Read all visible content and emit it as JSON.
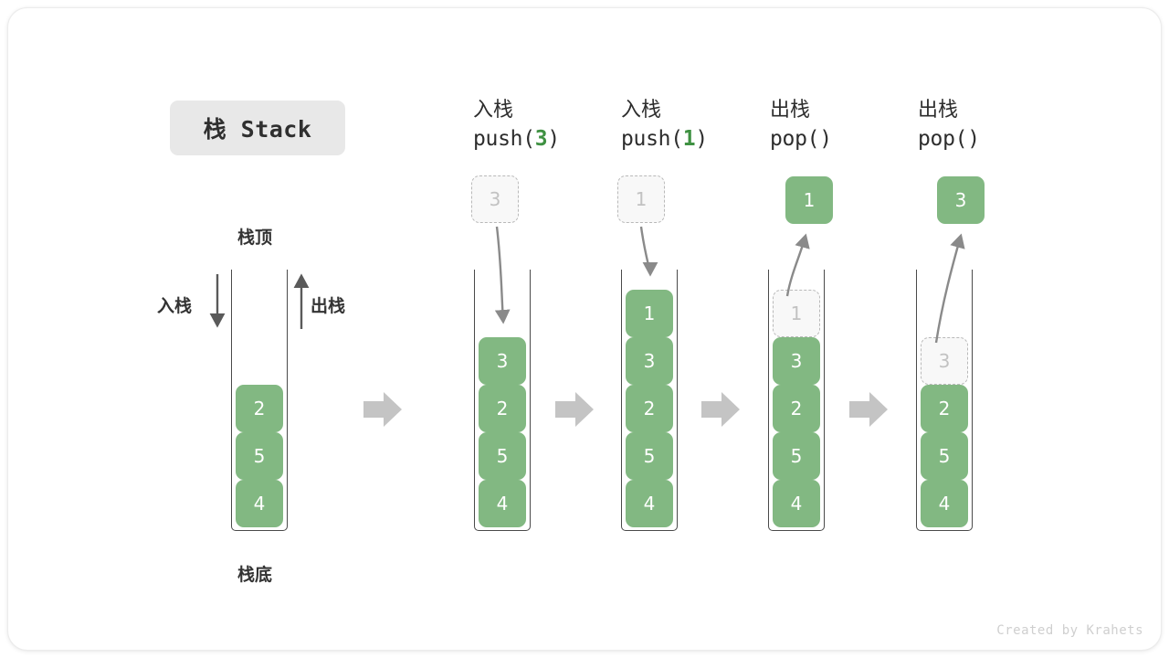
{
  "title": "栈 Stack",
  "labels": {
    "top": "栈顶",
    "bottom": "栈底",
    "push": "入栈",
    "pop": "出栈"
  },
  "initial_stack": {
    "name": "initial-stack",
    "elements": [
      "4",
      "5",
      "2"
    ]
  },
  "steps": [
    {
      "id": "push-3",
      "cn": "入栈",
      "code_prefix": "push(",
      "code_arg": "3",
      "code_suffix": ")",
      "floating": {
        "value": "3",
        "style": "ghost"
      },
      "elements": [
        {
          "value": "4",
          "style": "solid"
        },
        {
          "value": "5",
          "style": "solid"
        },
        {
          "value": "2",
          "style": "solid"
        },
        {
          "value": "3",
          "style": "solid"
        }
      ]
    },
    {
      "id": "push-1",
      "cn": "入栈",
      "code_prefix": "push(",
      "code_arg": "1",
      "code_suffix": ")",
      "floating": {
        "value": "1",
        "style": "ghost"
      },
      "elements": [
        {
          "value": "4",
          "style": "solid"
        },
        {
          "value": "5",
          "style": "solid"
        },
        {
          "value": "2",
          "style": "solid"
        },
        {
          "value": "3",
          "style": "solid"
        },
        {
          "value": "1",
          "style": "solid"
        }
      ]
    },
    {
      "id": "pop-1",
      "cn": "出栈",
      "code_prefix": "pop(",
      "code_arg": "",
      "code_suffix": ")",
      "floating": {
        "value": "1",
        "style": "solid"
      },
      "elements": [
        {
          "value": "4",
          "style": "solid"
        },
        {
          "value": "5",
          "style": "solid"
        },
        {
          "value": "2",
          "style": "solid"
        },
        {
          "value": "3",
          "style": "solid"
        },
        {
          "value": "1",
          "style": "ghost"
        }
      ]
    },
    {
      "id": "pop-2",
      "cn": "出栈",
      "code_prefix": "pop(",
      "code_arg": "",
      "code_suffix": ")",
      "floating": {
        "value": "3",
        "style": "solid"
      },
      "elements": [
        {
          "value": "4",
          "style": "solid"
        },
        {
          "value": "5",
          "style": "solid"
        },
        {
          "value": "2",
          "style": "solid"
        },
        {
          "value": "3",
          "style": "ghost"
        }
      ]
    }
  ],
  "footer": "Created by Krahets",
  "colors": {
    "element_green": "#82b882",
    "arg_green": "#3f9142",
    "ghost_fill": "#f8f8f8",
    "ghost_border": "#b9b9b9",
    "arrow_gray": "#8a8a8a",
    "separator_gray": "#c4c4c4",
    "title_bg": "#e8e8e8"
  }
}
